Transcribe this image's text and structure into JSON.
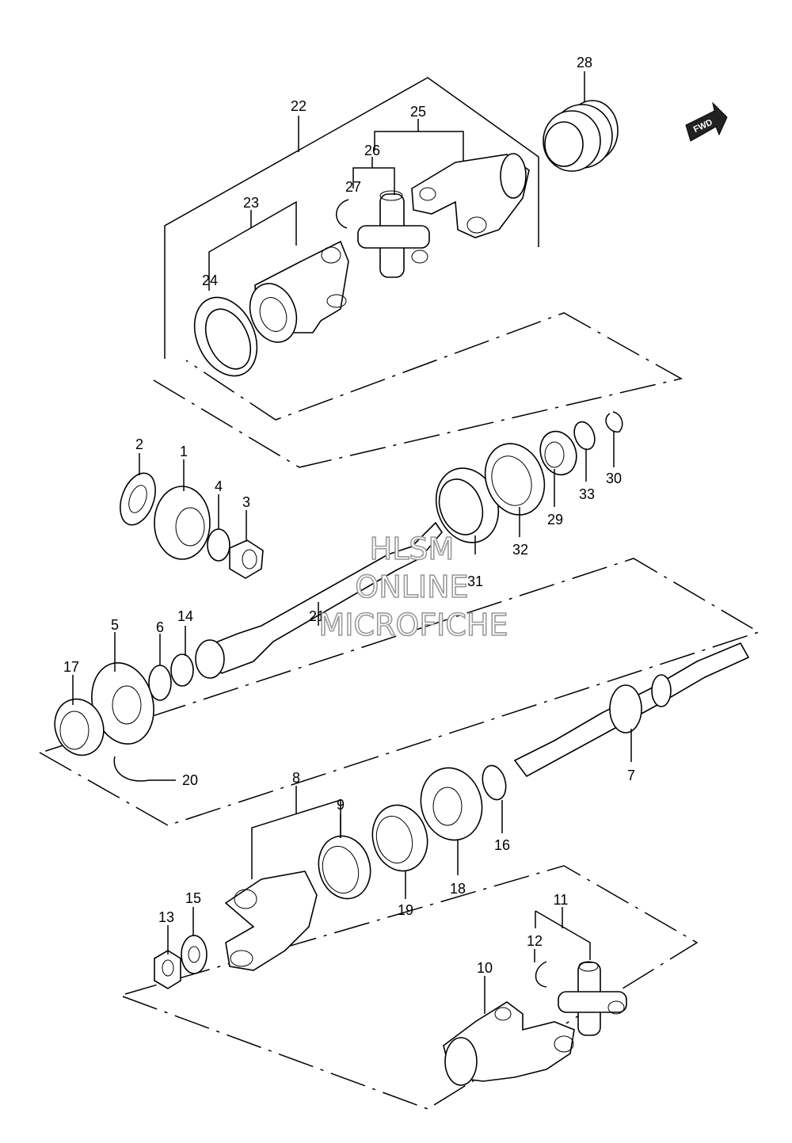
{
  "part_labels": {
    "p1": "1",
    "p2": "2",
    "p3": "3",
    "p4": "4",
    "p5": "5",
    "p6": "6",
    "p7": "7",
    "p8": "8",
    "p9": "9",
    "p10": "10",
    "p11": "11",
    "p12": "12",
    "p13": "13",
    "p14": "14",
    "p15": "15",
    "p16": "16",
    "p17": "17",
    "p18": "18",
    "p19": "19",
    "p20": "20",
    "p21": "21",
    "p22": "22",
    "p23": "23",
    "p24": "24",
    "p25": "25",
    "p26": "26",
    "p27": "27",
    "p28": "28",
    "p29": "29",
    "p30": "30",
    "p31": "31",
    "p32": "32",
    "p33": "33"
  },
  "direction_badge": "FWD",
  "watermark": {
    "line1": "HLSM",
    "line2": "ONLINE",
    "line3": "MICROFICHE"
  }
}
